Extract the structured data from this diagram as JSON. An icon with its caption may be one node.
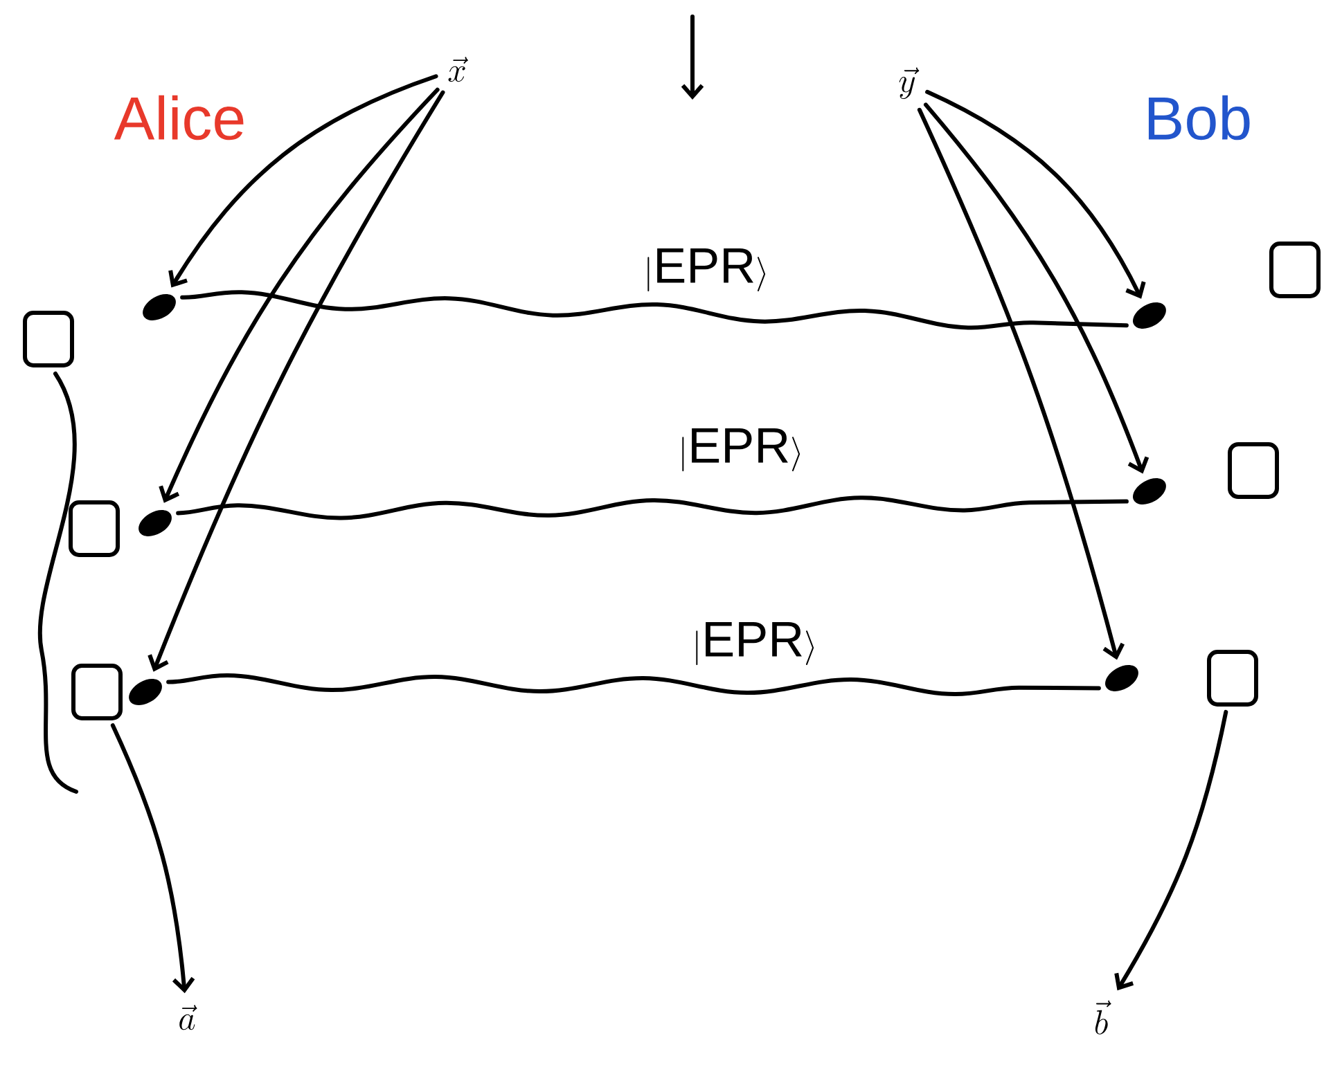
{
  "diagram": {
    "nodes": [
      {
        "text": [
          "\\vec{x}"
        ]
      },
      {
        "text": [
          "\\vec{y}"
        ]
      },
      {
        "text": [],
        "shape": "box"
      },
      {
        "text": [],
        "shape": "box"
      },
      {
        "text": [],
        "shape": "box"
      },
      {
        "text": [],
        "shape": "circle"
      },
      {
        "text": [],
        "shape": "circle"
      },
      {
        "text": [],
        "shape": "circle"
      },
      {
        "text": [],
        "shape": "circle"
      },
      {
        "text": [],
        "shape": "circle"
      },
      {
        "text": [],
        "shape": "circle"
      },
      {
        "text": [],
        "shape": "box"
      },
      {
        "text": [],
        "shape": "box"
      },
      {
        "text": [],
        "shape": "box"
      },
      {
        "text": [
          "\\vec{a}"
        ]
      },
      {
        "text": [
          "\\vec{b}"
        ]
      }
    ],
    "edges": [
      {
        "from": 0,
        "to": 5,
        "arrow": "to"
      },
      {
        "from": 0,
        "to": 6,
        "arrow": "to"
      },
      {
        "from": 0,
        "to": 7,
        "arrow": "to"
      },
      {
        "from": 1,
        "to": 8,
        "arrow": "to"
      },
      {
        "from": 1,
        "to": 9,
        "arrow": "to"
      },
      {
        "from": 1,
        "to": 10,
        "arrow": "to"
      },
      {
        "from": 5,
        "to": 8,
        "arrow": "none",
        "label": "|\\mathrm{EPR}\\rangle"
      },
      {
        "from": 6,
        "to": 9,
        "arrow": "none",
        "label": "|\\mathrm{EPR}\\rangle"
      },
      {
        "from": 7,
        "to": 10,
        "arrow": "none",
        "label": "|\\mathrm{EPR}\\rangle"
      },
      {
        "from": 4,
        "to": 14,
        "arrow": "to"
      },
      {
        "from": 13,
        "to": 15,
        "arrow": "to"
      }
    ],
    "labels": [
      "Alice",
      "Bob"
    ]
  }
}
